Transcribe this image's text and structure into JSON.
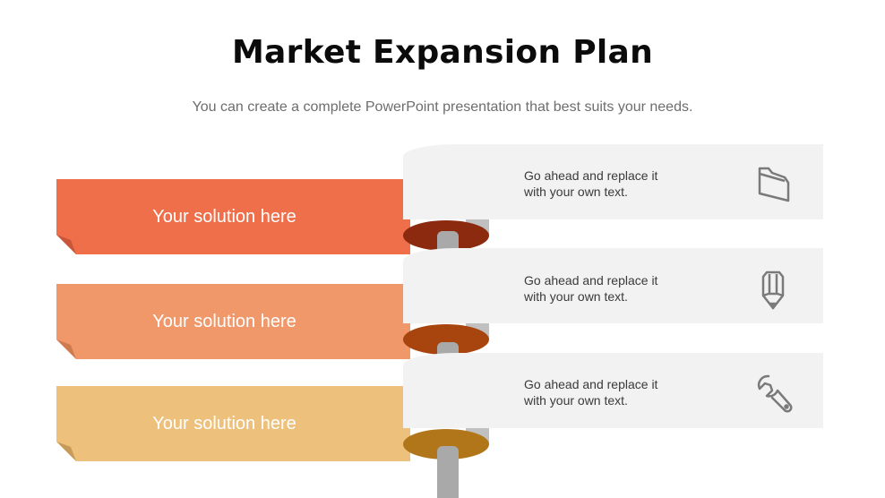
{
  "header": {
    "title": "Market Expansion Plan",
    "subtitle": "You can create a complete PowerPoint presentation that best suits your needs."
  },
  "rows": [
    {
      "label": "Your solution here",
      "description_line1": "Go ahead and replace it",
      "description_line2": "with your own text.",
      "icon": "folder-icon",
      "band_color": "#ef6f4a",
      "fold_color": "#c9553a",
      "ring_color": "#8b2a0e"
    },
    {
      "label": "Your solution here",
      "description_line1": "Go ahead and replace it",
      "description_line2": "with your own text.",
      "icon": "pencil-icon",
      "band_color": "#f0986a",
      "fold_color": "#d07a50",
      "ring_color": "#a8450f"
    },
    {
      "label": "Your solution here",
      "description_line1": "Go ahead and replace it",
      "description_line2": "with your own text.",
      "icon": "wrench-icon",
      "band_color": "#edc07b",
      "fold_color": "#c89a58",
      "ring_color": "#b2761a"
    }
  ]
}
